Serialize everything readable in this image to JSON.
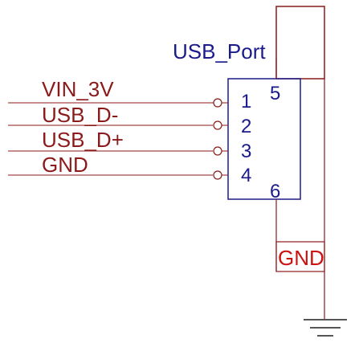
{
  "connector": {
    "name": "USB_Port",
    "pins_left": [
      "1",
      "2",
      "3",
      "4"
    ],
    "pins_right": [
      "5",
      "6"
    ]
  },
  "nets": [
    "VIN_3V",
    "USB_D-",
    "USB_D+",
    "GND"
  ],
  "ground_label": "GND",
  "colors": {
    "wire": "#8b1a1a",
    "outline": "#1a1a8b",
    "pin_text": "#1a1a8b",
    "net_text": "#8b1a1a",
    "ground_text": "#cc1111",
    "ground_symbol": "#555555"
  }
}
